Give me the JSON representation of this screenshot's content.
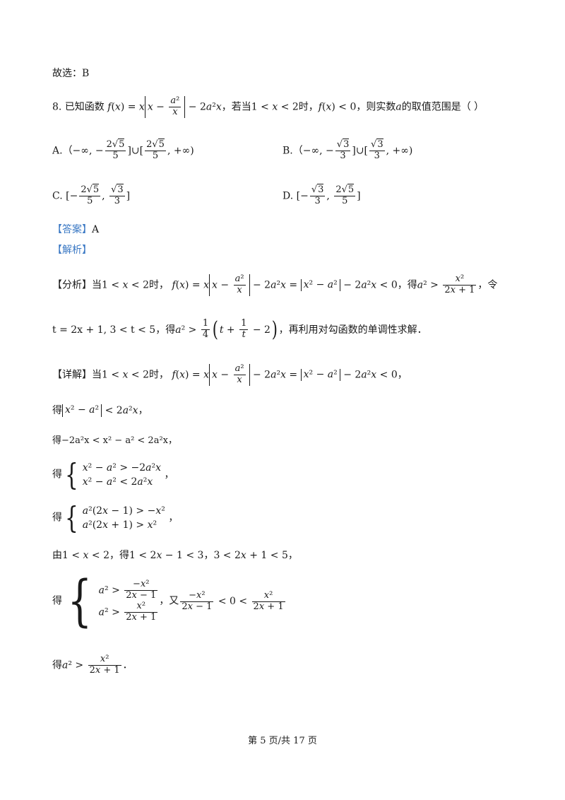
{
  "lines": {
    "prev_answer": "故选：B",
    "q_number": "8.",
    "q_text_1": "已知函数",
    "q_text_2": "，若当",
    "q_text_3": "时，",
    "q_text_4": "，则实数",
    "q_text_5": "的取值范围是（        ）",
    "opt_a_label": "A.",
    "opt_b_label": "B.",
    "opt_c_label": "C.",
    "opt_d_label": "D.",
    "answer_tag": "【答案】",
    "answer_value": "A",
    "analysis_tag": "【解析】",
    "fenxi_tag": "【分析】",
    "fenxi_1": "当",
    "fenxi_2": "时，",
    "fenxi_3": "，得",
    "fenxi_4": "，令",
    "t_line_1": "t = 2x + 1, 3 < t < 5",
    "t_line_2": "，得",
    "t_line_3": "，再利用对勾函数的单调性求解．",
    "xiangjie_tag": "【详解】",
    "xj_1": "当",
    "xj_2": "时，",
    "de": "得",
    "step3": "得−2a²x < x² − a² < 2a²x，",
    "step6_1": "由",
    "step6_2": "，得",
    "step6_3": "，",
    "step6_4": "，",
    "you": "，又",
    "footer": "第 5 页/共 17 页"
  }
}
